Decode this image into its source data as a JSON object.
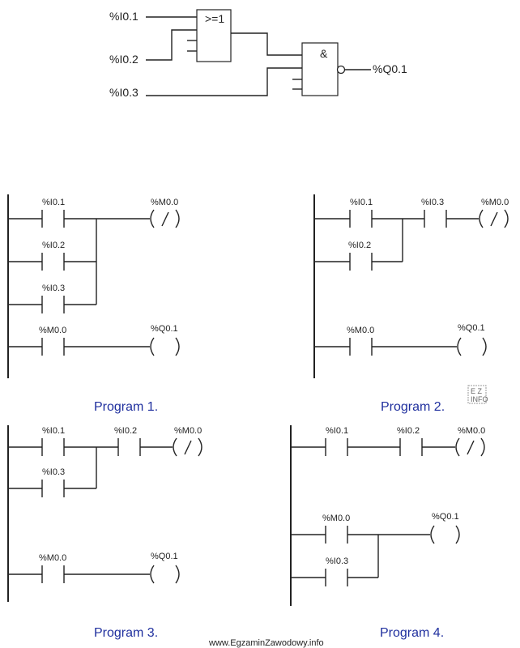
{
  "logic": {
    "inputs": [
      "%I0.1",
      "%I0.2",
      "%I0.3"
    ],
    "or_gate": ">=1",
    "and_gate": "&",
    "output": "%Q0.1"
  },
  "programs": [
    {
      "title": "Program 1.",
      "rung1": {
        "contacts": [
          "%I0.1",
          "%I0.2",
          "%I0.3"
        ],
        "coil": "%M0.0"
      },
      "rung2": {
        "contact": "%M0.0",
        "coil": "%Q0.1"
      }
    },
    {
      "title": "Program 2.",
      "rung1": {
        "contacts": [
          "%I0.1",
          "%I0.2",
          "%I0.3"
        ],
        "coil": "%M0.0"
      },
      "rung2": {
        "contact": "%M0.0",
        "coil": "%Q0.1"
      }
    },
    {
      "title": "Program 3.",
      "rung1": {
        "contacts": [
          "%I0.1",
          "%I0.3",
          "%I0.2"
        ],
        "coil": "%M0.0"
      },
      "rung2": {
        "contact": "%M0.0",
        "coil": "%Q0.1"
      }
    },
    {
      "title": "Program 4.",
      "rung1": {
        "contacts": [
          "%I0.1",
          "%I0.2"
        ],
        "coil": "%M0.0"
      },
      "rung2": {
        "contacts": [
          "%M0.0",
          "%I0.3"
        ],
        "coil": "%Q0.1"
      }
    }
  ],
  "watermark": {
    "mark": "EZ INFO",
    "site": "www.EgzaminZawodowy.info"
  }
}
